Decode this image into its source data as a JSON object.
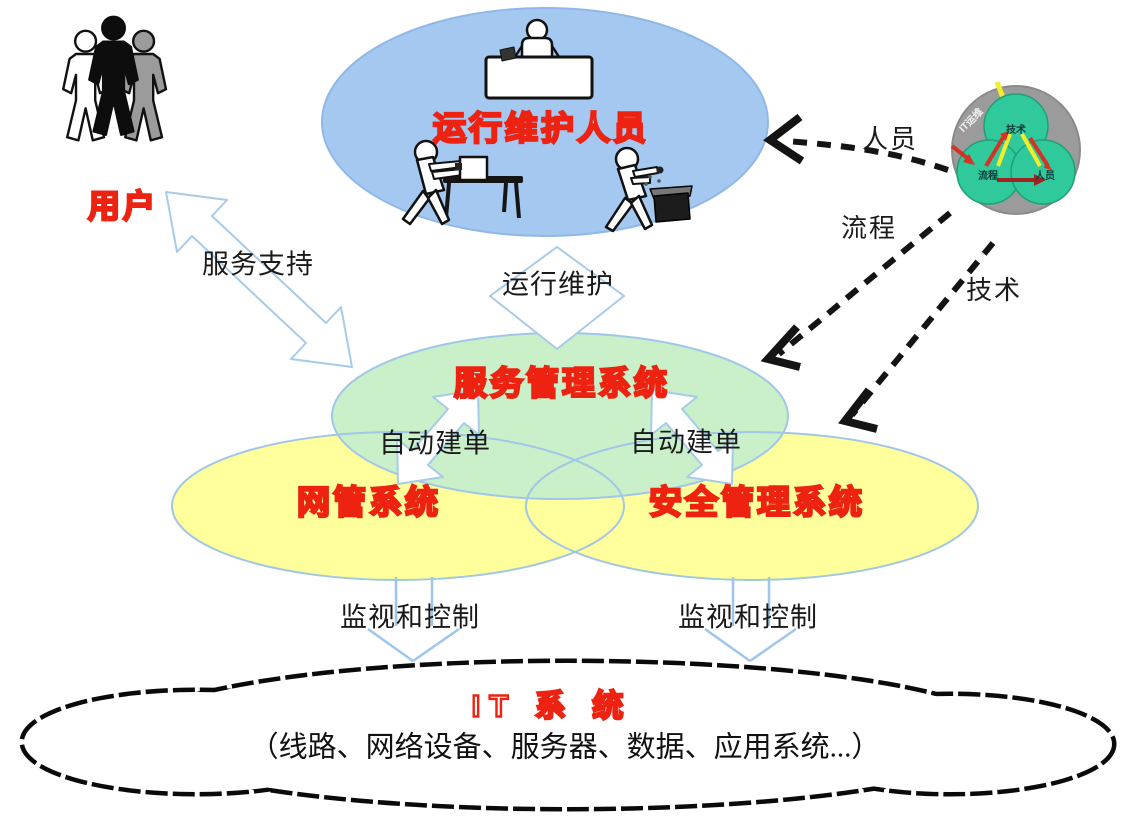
{
  "diagram": {
    "labels": {
      "users": "用户",
      "ops_staff": "运行维护人员",
      "service_mgmt": "服务管理系统",
      "network_mgmt": "网管系统",
      "security_mgmt": "安全管理系统",
      "service_support": "服务支持",
      "ops_maintenance": "运行维护",
      "auto_ticket_left": "自动建单",
      "auto_ticket_right": "自动建单",
      "monitor_control_left": "监视和控制",
      "monitor_control_right": "监视和控制",
      "personnel": "人员",
      "process": "流程",
      "technology": "技术",
      "it_system": "IT 系 统",
      "it_system_detail": "（线路、网络设备、服务器、数据、应用系统...）"
    },
    "emblem": {
      "title": "IT运维",
      "technology": "技术",
      "process": "流程",
      "personnel": "人员"
    },
    "colors": {
      "blue_ellipse": "#a5c8f1",
      "green_ellipse": "#c9f0c9",
      "yellow_ellipse": "#ffff9b",
      "ellipse_outline": "#a0c6e8",
      "red_text_outline": "#ee2211",
      "black_arrow": "#141414",
      "cloud_outline": "#0a0a0a",
      "emblem_gray": "#9b9b9b",
      "emblem_green": "#2fc99b",
      "emblem_red": "#d43324",
      "emblem_yellow": "#f2ee2a"
    }
  }
}
